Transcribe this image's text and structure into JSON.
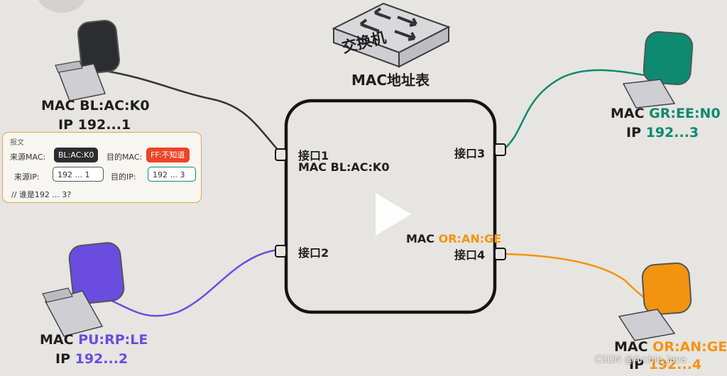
{
  "switch": {
    "label": "交换机",
    "table_title": "MAC地址表",
    "ports": {
      "p1": "接口1",
      "p1_mac": "MAC BL:AC:K0",
      "p2": "接口2",
      "p3": "接口3",
      "p4": "接口4",
      "p4_mac_prefix": "MAC ",
      "p4_mac_value": "OR:AN:GE"
    }
  },
  "hosts": {
    "black": {
      "mac_prefix": "MAC ",
      "mac": "BL:AC:K0",
      "ip_prefix": "IP ",
      "ip": "192...1",
      "color": "#2b2d30"
    },
    "purple": {
      "mac_prefix": "MAC ",
      "mac": "PU:RP:LE",
      "ip_prefix": "IP ",
      "ip": "192...2",
      "color": "#6a4ce0"
    },
    "green": {
      "mac_prefix": "MAC ",
      "mac": "GR:EE:N0",
      "ip_prefix": "IP ",
      "ip": "192...3",
      "color": "#0d8a70"
    },
    "orange": {
      "mac_prefix": "MAC ",
      "mac": "OR:AN:GE",
      "ip_prefix": "IP ",
      "ip": "192...4",
      "color": "#f39410"
    }
  },
  "packet": {
    "title": "报文",
    "src_mac_label": "来源MAC:",
    "src_mac": "BL:AC:K0",
    "dst_mac_label": "目的MAC:",
    "dst_mac": "FF:不知道",
    "src_ip_label": "来源IP:",
    "src_ip": "192 ... 1",
    "dst_ip_label": "目的IP:",
    "dst_ip": "192 ... 3",
    "comment": "// 谁是192 ... 3?"
  },
  "watermark": "CSDN @Archie_java"
}
